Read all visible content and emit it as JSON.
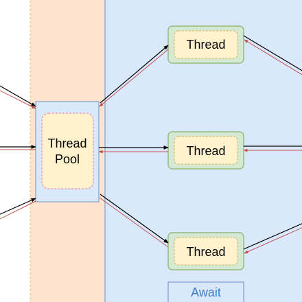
{
  "diagram": {
    "pool_label_line1": "Thread",
    "pool_label_line2": "Pool",
    "threads": [
      {
        "label": "Thread"
      },
      {
        "label": "Thread"
      },
      {
        "label": "Thread"
      }
    ],
    "await_label": "Await"
  },
  "colors": {
    "pool_column_fill": "#fce4cf",
    "pool_column_border": "#f0b36a",
    "await_region_fill": "#dae8fc",
    "await_region_border": "#6c8ebf",
    "pool_box_fill": "#dae8fc",
    "pool_box_border": "#6c8ebf",
    "thread_outer_fill": "#d5e8d4",
    "thread_outer_border": "#82b366",
    "inner_fill": "#fff2cc",
    "inner_border_pool": "#e97aa5",
    "inner_border_thread": "#d6b656",
    "arrow_black": "#000000",
    "arrow_red": "#c0504d",
    "await_text": "#3d7cc9"
  }
}
